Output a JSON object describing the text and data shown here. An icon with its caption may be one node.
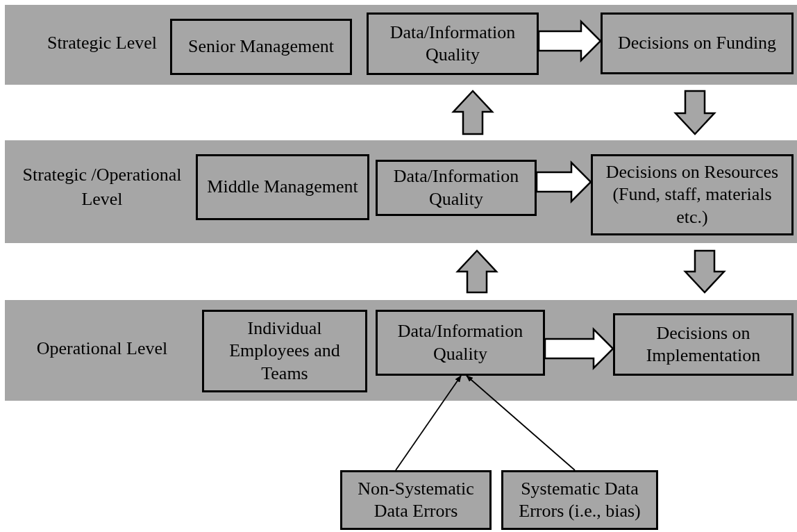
{
  "diagram": {
    "nodes": [
      {
        "text": [
          "Strategic Level"
        ]
      },
      {
        "text": [
          "Senior Management"
        ],
        "in": 0
      },
      {
        "text": [
          "Data/Information Quality"
        ],
        "in": 0
      },
      {
        "text": [
          "Decisions on Funding"
        ],
        "in": 0
      },
      {
        "text": [
          "Strategic /Operational Level"
        ]
      },
      {
        "text": [
          "Middle Management"
        ],
        "in": 4
      },
      {
        "text": [
          "Data/Information Quality"
        ],
        "in": 4
      },
      {
        "text": [
          "Decisions on Resources (Fund, staff, materials etc.)"
        ],
        "in": 4
      },
      {
        "text": [
          "Operational Level"
        ]
      },
      {
        "text": [
          "Individual Employees and Teams"
        ],
        "in": 8
      },
      {
        "text": [
          "Data/Information Quality"
        ],
        "in": 8
      },
      {
        "text": [
          "Decisions on Implementation"
        ],
        "in": 8
      },
      {
        "text": [
          "Non-Systematic Data Errors"
        ]
      },
      {
        "text": [
          "Systematic Data Errors (i.e., bias)"
        ]
      }
    ],
    "edges": [
      {
        "from": 2,
        "to": 3,
        "arrow": "to",
        "style": "thick",
        "color": "#ffffff"
      },
      {
        "from": 4,
        "to": 0,
        "arrow": "to",
        "style": "thick"
      },
      {
        "from": 0,
        "to": 4,
        "arrow": "to",
        "style": "thick"
      },
      {
        "from": 6,
        "to": 7,
        "arrow": "to",
        "style": "thick",
        "color": "#ffffff"
      },
      {
        "from": 8,
        "to": 4,
        "arrow": "to",
        "style": "thick"
      },
      {
        "from": 4,
        "to": 8,
        "arrow": "to",
        "style": "thick"
      },
      {
        "from": 10,
        "to": 11,
        "arrow": "to",
        "style": "thick",
        "color": "#ffffff"
      },
      {
        "from": 12,
        "to": 10,
        "arrow": "to"
      },
      {
        "from": 13,
        "to": 10,
        "arrow": "to"
      }
    ]
  }
}
